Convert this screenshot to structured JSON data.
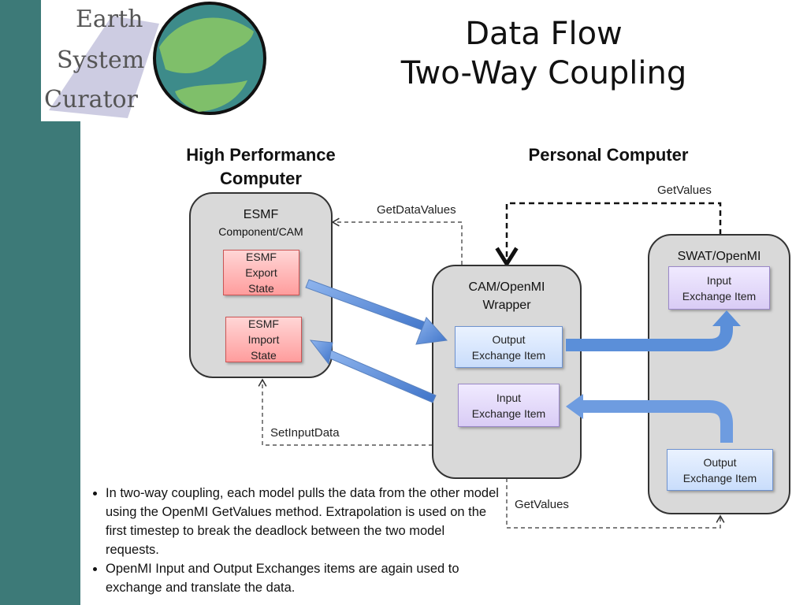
{
  "logo": {
    "line1": "Earth",
    "line2": "System",
    "line3": "Curator"
  },
  "title": {
    "line1": "Data Flow",
    "line2": "Two-Way Coupling"
  },
  "sections": {
    "hpc": "High Performance Computer",
    "pc": "Personal Computer"
  },
  "esmf_panel": {
    "title": "ESMF",
    "subtitle": "Component/CAM",
    "export_state": [
      "ESMF",
      "Export",
      "State"
    ],
    "import_state": [
      "ESMF",
      "Import",
      "State"
    ]
  },
  "cam_panel": {
    "title": [
      "CAM/OpenMI",
      "Wrapper"
    ],
    "output_item": [
      "Output",
      "Exchange Item"
    ],
    "input_item": [
      "Input",
      "Exchange Item"
    ]
  },
  "swat_panel": {
    "title": "SWAT/OpenMI",
    "input_item": [
      "Input",
      "Exchange Item"
    ],
    "output_item": [
      "Output",
      "Exchange Item"
    ]
  },
  "labels": {
    "get_data_values": "GetDataValues",
    "get_values_top": "GetValues",
    "set_input_data": "SetInputData",
    "get_values_bottom": "GetValues"
  },
  "bullets": [
    "In two-way coupling, each model pulls the data from the other model using the OpenMI GetValues method. Extrapolation is used on the first timestep to break the deadlock between the two model requests.",
    "OpenMI Input and Output Exchanges items are again used to exchange and translate the data."
  ],
  "colors": {
    "sidebar": "#3d7a78",
    "arrow": "#5b8fd9",
    "export_import": "#ff9d9d",
    "output_item": "#c9ddfb",
    "input_item": "#d9ccf5"
  }
}
